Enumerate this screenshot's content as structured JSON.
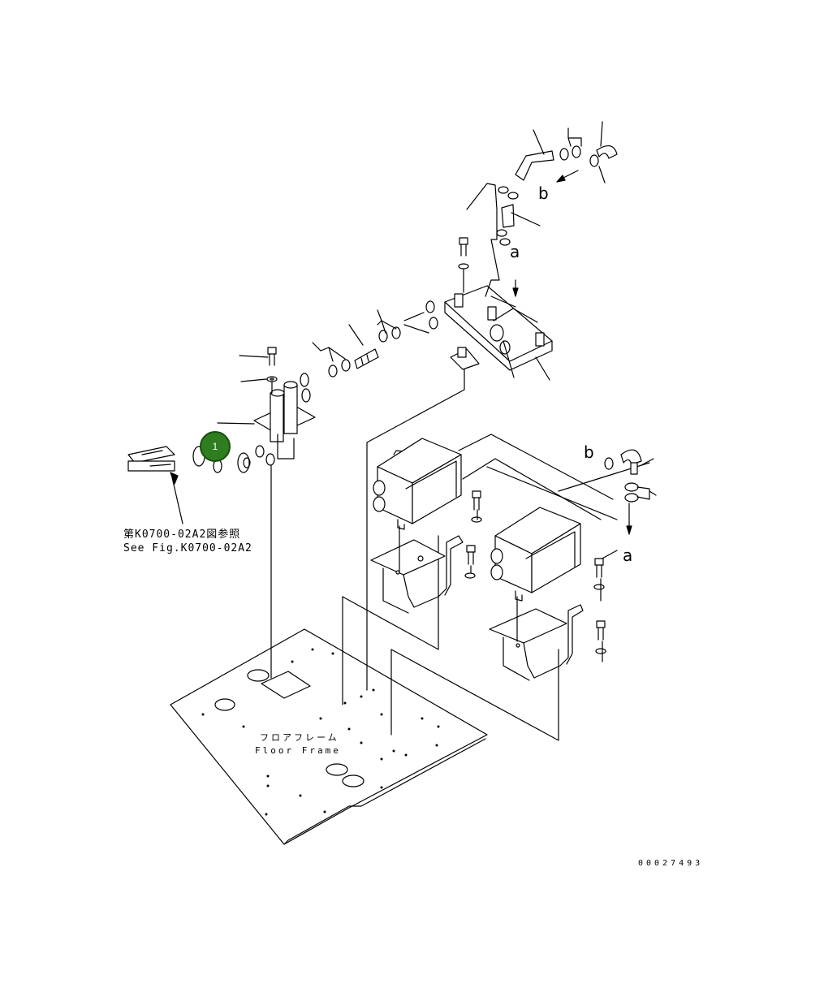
{
  "labels": {
    "letter_b_top": "b",
    "letter_a_top": "a",
    "letter_b_mid": "b",
    "letter_a_bottom": "a",
    "ref_jp": "第K0700-02A2図参照",
    "ref_en": "See Fig.K0700-02A2",
    "floor_jp": "フロアフレーム",
    "floor_en": "Floor Frame",
    "doc_id": "00027493"
  },
  "callouts": [
    {
      "number": "1"
    }
  ],
  "colors": {
    "callout_fill": "#2e7d1f",
    "line": "#000000"
  }
}
